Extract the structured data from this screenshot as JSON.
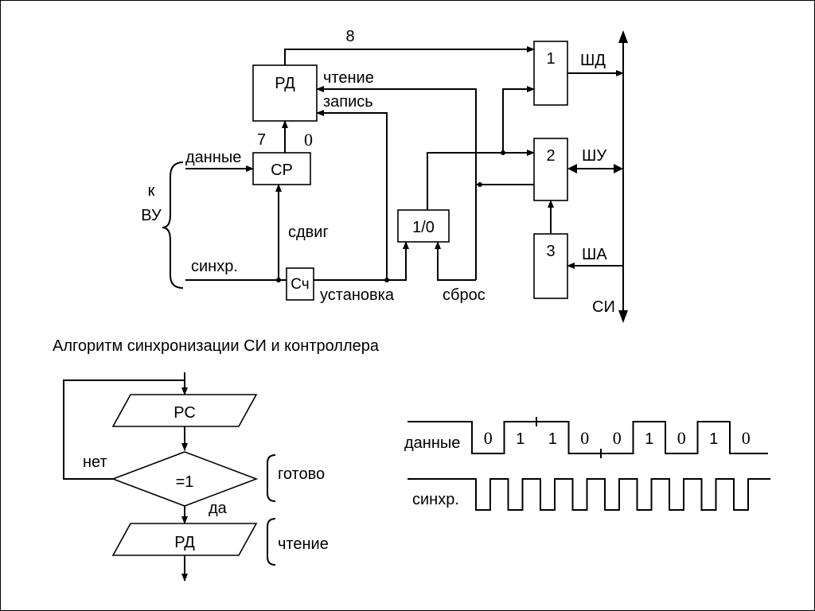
{
  "block_diagram": {
    "rd": "РД",
    "sr": "СР",
    "counter": "Сч",
    "flipflop": "1/0",
    "block1": "1",
    "block2": "2",
    "block3": "3",
    "bit_high": "7",
    "bit_low": "0",
    "bus_width": "8",
    "read": "чтение",
    "write": "запись",
    "data": "данные",
    "shift": "сдвиг",
    "sync": "синхр.",
    "set": "установка",
    "reset": "сброс",
    "to_vu_1": "к",
    "to_vu_2": "ВУ",
    "bus_data": "ШД",
    "bus_control": "ШУ",
    "bus_address": "ША",
    "si": "СИ"
  },
  "algorithm": {
    "title": "Алгоритм синхронизации СИ и контроллера",
    "rs": "РС",
    "condition": "=1",
    "no": "нет",
    "yes": "да",
    "rd": "РД",
    "ready": "готово",
    "read": "чтение"
  },
  "timing": {
    "data_label": "данные",
    "sync_label": "синхр.",
    "bits": [
      "0",
      "1",
      "1",
      "0",
      "0",
      "1",
      "0",
      "1",
      "0"
    ]
  }
}
